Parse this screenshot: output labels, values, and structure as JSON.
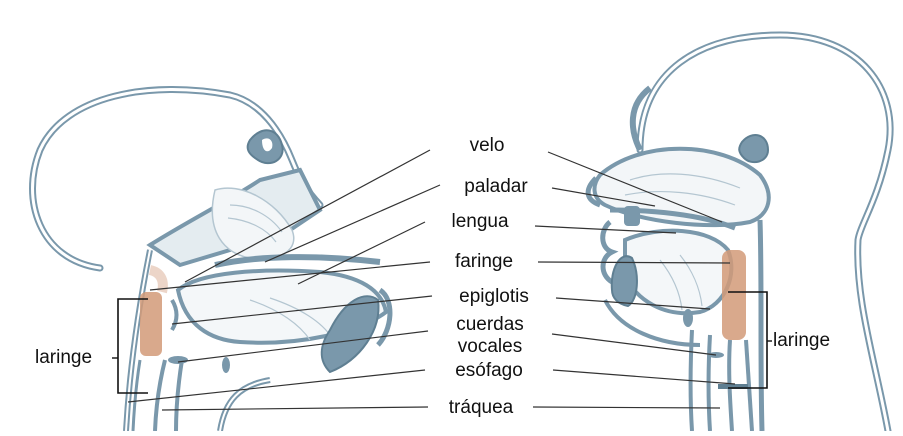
{
  "labels": {
    "velo": "velo",
    "paladar": "paladar",
    "lengua": "lengua",
    "faringe": "faringe",
    "epiglotis": "epiglotis",
    "cuerdas": "cuerdas",
    "vocales": "vocales",
    "esofago": "esófago",
    "traquea": "tráquea",
    "laringe_left": "laringe",
    "laringe_right": "laringe"
  },
  "colors": {
    "tissue": "#7a98ab",
    "tissue_light": "#e4ecf0",
    "larynx": "#d29a78",
    "lines": "#333333",
    "text": "#111111"
  }
}
